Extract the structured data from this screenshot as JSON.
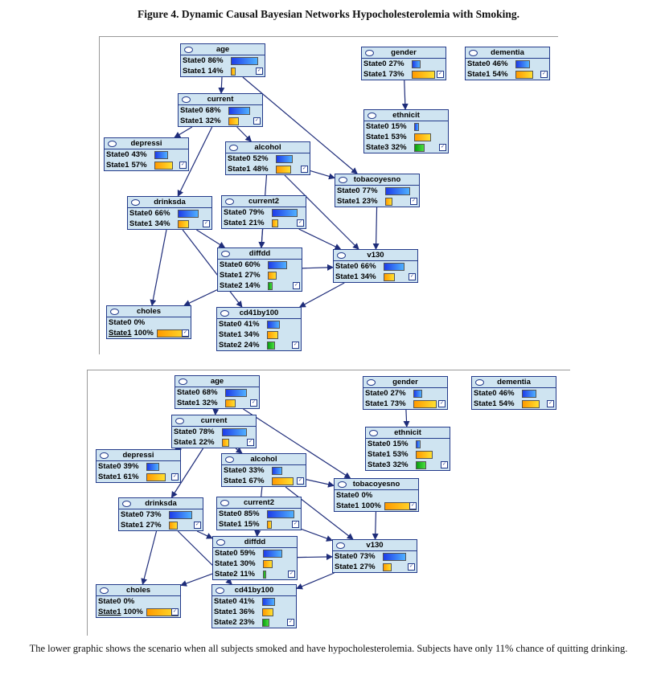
{
  "title": "Figure 4. Dynamic Causal Bayesian Networks Hypocholesterolemia with Smoking.",
  "caption": "The lower graphic shows the scenario when all subjects smoked and have hypocholesterolemia. Subjects have only 11% chance of quitting drinking.",
  "panels": [
    {
      "nodes": [
        {
          "name": "age",
          "states": [
            {
              "label": "State0",
              "value": 86,
              "text": "86%"
            },
            {
              "label": "State1",
              "value": 14,
              "text": "14%"
            }
          ]
        },
        {
          "name": "current",
          "states": [
            {
              "label": "State0",
              "value": 68,
              "text": "68%"
            },
            {
              "label": "State1",
              "value": 32,
              "text": "32%"
            }
          ]
        },
        {
          "name": "depressi",
          "states": [
            {
              "label": "State0",
              "value": 43,
              "text": "43%"
            },
            {
              "label": "State1",
              "value": 57,
              "text": "57%"
            }
          ]
        },
        {
          "name": "alcohol",
          "states": [
            {
              "label": "State0",
              "value": 52,
              "text": "52%"
            },
            {
              "label": "State1",
              "value": 48,
              "text": "48%"
            }
          ]
        },
        {
          "name": "drinksda",
          "states": [
            {
              "label": "State0",
              "value": 66,
              "text": "66%"
            },
            {
              "label": "State1",
              "value": 34,
              "text": "34%"
            }
          ]
        },
        {
          "name": "current2",
          "states": [
            {
              "label": "State0",
              "value": 79,
              "text": "79%"
            },
            {
              "label": "State1",
              "value": 21,
              "text": "21%"
            }
          ]
        },
        {
          "name": "tobacoyesno",
          "states": [
            {
              "label": "State0",
              "value": 77,
              "text": "77%"
            },
            {
              "label": "State1",
              "value": 23,
              "text": "23%"
            }
          ]
        },
        {
          "name": "diffdd",
          "states": [
            {
              "label": "State0",
              "value": 60,
              "text": "60%"
            },
            {
              "label": "State1",
              "value": 27,
              "text": "27%"
            },
            {
              "label": "State2",
              "value": 14,
              "text": "14%"
            }
          ]
        },
        {
          "name": "v130",
          "states": [
            {
              "label": "State0",
              "value": 66,
              "text": "66%"
            },
            {
              "label": "State1",
              "value": 34,
              "text": "34%"
            }
          ]
        },
        {
          "name": "choles",
          "states": [
            {
              "label": "State0",
              "value": 0,
              "text": "0%"
            },
            {
              "label": "State1",
              "value": 100,
              "text": "100%"
            }
          ]
        },
        {
          "name": "cd41by100",
          "states": [
            {
              "label": "State0",
              "value": 41,
              "text": "41%"
            },
            {
              "label": "State1",
              "value": 34,
              "text": "34%"
            },
            {
              "label": "State2",
              "value": 24,
              "text": "24%"
            }
          ]
        },
        {
          "name": "gender",
          "states": [
            {
              "label": "State0",
              "value": 27,
              "text": "27%"
            },
            {
              "label": "State1",
              "value": 73,
              "text": "73%"
            }
          ]
        },
        {
          "name": "ethnicit",
          "states": [
            {
              "label": "State0",
              "value": 15,
              "text": "15%"
            },
            {
              "label": "State1",
              "value": 53,
              "text": "53%"
            },
            {
              "label": "State3",
              "value": 32,
              "text": "32%"
            }
          ]
        },
        {
          "name": "dementia",
          "states": [
            {
              "label": "State0",
              "value": 46,
              "text": "46%"
            },
            {
              "label": "State1",
              "value": 54,
              "text": "54%"
            }
          ]
        }
      ]
    },
    {
      "nodes": [
        {
          "name": "age",
          "states": [
            {
              "label": "State0",
              "value": 68,
              "text": "68%"
            },
            {
              "label": "State1",
              "value": 32,
              "text": "32%"
            }
          ]
        },
        {
          "name": "current",
          "states": [
            {
              "label": "State0",
              "value": 78,
              "text": "78%"
            },
            {
              "label": "State1",
              "value": 22,
              "text": "22%"
            }
          ]
        },
        {
          "name": "depressi",
          "states": [
            {
              "label": "State0",
              "value": 39,
              "text": "39%"
            },
            {
              "label": "State1",
              "value": 61,
              "text": "61%"
            }
          ]
        },
        {
          "name": "alcohol",
          "states": [
            {
              "label": "State0",
              "value": 33,
              "text": "33%"
            },
            {
              "label": "State1",
              "value": 67,
              "text": "67%"
            }
          ]
        },
        {
          "name": "drinksda",
          "states": [
            {
              "label": "State0",
              "value": 73,
              "text": "73%"
            },
            {
              "label": "State1",
              "value": 27,
              "text": "27%"
            }
          ]
        },
        {
          "name": "current2",
          "states": [
            {
              "label": "State0",
              "value": 85,
              "text": "85%"
            },
            {
              "label": "State1",
              "value": 15,
              "text": "15%"
            }
          ]
        },
        {
          "name": "tobacoyesno",
          "states": [
            {
              "label": "State0",
              "value": 0,
              "text": "0%"
            },
            {
              "label": "State1",
              "value": 100,
              "text": "100%"
            }
          ]
        },
        {
          "name": "diffdd",
          "states": [
            {
              "label": "State0",
              "value": 59,
              "text": "59%"
            },
            {
              "label": "State1",
              "value": 30,
              "text": "30%"
            },
            {
              "label": "State2",
              "value": 11,
              "text": "11%"
            }
          ]
        },
        {
          "name": "v130",
          "states": [
            {
              "label": "State0",
              "value": 73,
              "text": "73%"
            },
            {
              "label": "State1",
              "value": 27,
              "text": "27%"
            }
          ]
        },
        {
          "name": "choles",
          "states": [
            {
              "label": "State0",
              "value": 0,
              "text": "0%"
            },
            {
              "label": "State1",
              "value": 100,
              "text": "100%"
            }
          ]
        },
        {
          "name": "cd41by100",
          "states": [
            {
              "label": "State0",
              "value": 41,
              "text": "41%"
            },
            {
              "label": "State1",
              "value": 36,
              "text": "36%"
            },
            {
              "label": "State2",
              "value": 23,
              "text": "23%"
            }
          ]
        },
        {
          "name": "gender",
          "states": [
            {
              "label": "State0",
              "value": 27,
              "text": "27%"
            },
            {
              "label": "State1",
              "value": 73,
              "text": "73%"
            }
          ]
        },
        {
          "name": "ethnicit",
          "states": [
            {
              "label": "State0",
              "value": 15,
              "text": "15%"
            },
            {
              "label": "State1",
              "value": 53,
              "text": "53%"
            },
            {
              "label": "State3",
              "value": 32,
              "text": "32%"
            }
          ]
        },
        {
          "name": "dementia",
          "states": [
            {
              "label": "State0",
              "value": 46,
              "text": "46%"
            },
            {
              "label": "State1",
              "value": 54,
              "text": "54%"
            }
          ]
        }
      ]
    }
  ],
  "edges": [
    [
      "age",
      "current"
    ],
    [
      "age",
      "tobacoyesno"
    ],
    [
      "current",
      "depressi"
    ],
    [
      "current",
      "alcohol"
    ],
    [
      "current",
      "drinksda"
    ],
    [
      "alcohol",
      "tobacoyesno"
    ],
    [
      "alcohol",
      "diffdd"
    ],
    [
      "alcohol",
      "v130"
    ],
    [
      "drinksda",
      "choles"
    ],
    [
      "drinksda",
      "diffdd"
    ],
    [
      "drinksda",
      "cd41by100"
    ],
    [
      "current2",
      "diffdd"
    ],
    [
      "current2",
      "v130"
    ],
    [
      "tobacoyesno",
      "v130"
    ],
    [
      "diffdd",
      "v130"
    ],
    [
      "diffdd",
      "choles"
    ],
    [
      "v130",
      "cd41by100"
    ],
    [
      "gender",
      "ethnicit"
    ]
  ],
  "colors": {
    "node_fill": "#cfe4f1",
    "node_border": "#233a8a",
    "edge": "#1f2d7a",
    "state0": "#2a5cf0",
    "state1": "#ffb000",
    "state2": "#22c020"
  }
}
